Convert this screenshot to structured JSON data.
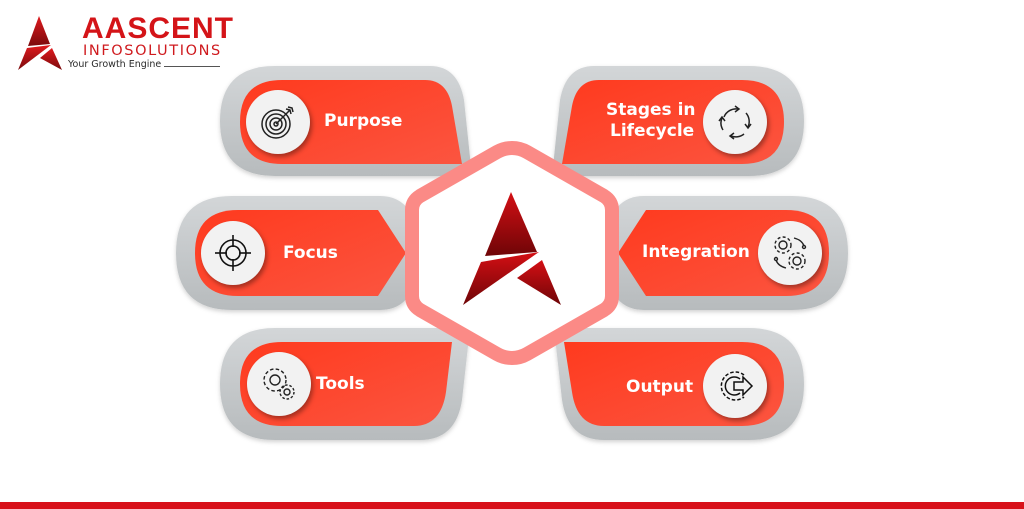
{
  "brand": {
    "name": "AASCENT",
    "subtitle": "INFOSOLUTIONS",
    "tagline": "Your Growth Engine",
    "primary_color": "#d41418"
  },
  "center": {
    "logo_icon": "aascent-a-mark-icon",
    "hexagon_border_color": "#fb8a86"
  },
  "colors": {
    "card_fill": "#fd4529",
    "card_shadow": "#c4c8ca",
    "icon_circle": "#f2f2f2",
    "bottom_bar": "#d8121a"
  },
  "cards": [
    {
      "id": "purpose",
      "label": "Purpose",
      "icon": "target-arrow-icon",
      "side": "left",
      "row": 1
    },
    {
      "id": "stages",
      "label_line1": "Stages in",
      "label_line2": "Lifecycle",
      "icon": "cycle-arrows-icon",
      "side": "right",
      "row": 1
    },
    {
      "id": "focus",
      "label": "Focus",
      "icon": "crosshair-icon",
      "side": "left",
      "row": 2
    },
    {
      "id": "integration",
      "label": "Integration",
      "icon": "connected-gears-icon",
      "side": "right",
      "row": 2
    },
    {
      "id": "tools",
      "label": "Tools",
      "icon": "gears-icon",
      "side": "left",
      "row": 3
    },
    {
      "id": "output",
      "label": "Output",
      "icon": "gear-output-arrow-icon",
      "side": "right",
      "row": 3
    }
  ]
}
